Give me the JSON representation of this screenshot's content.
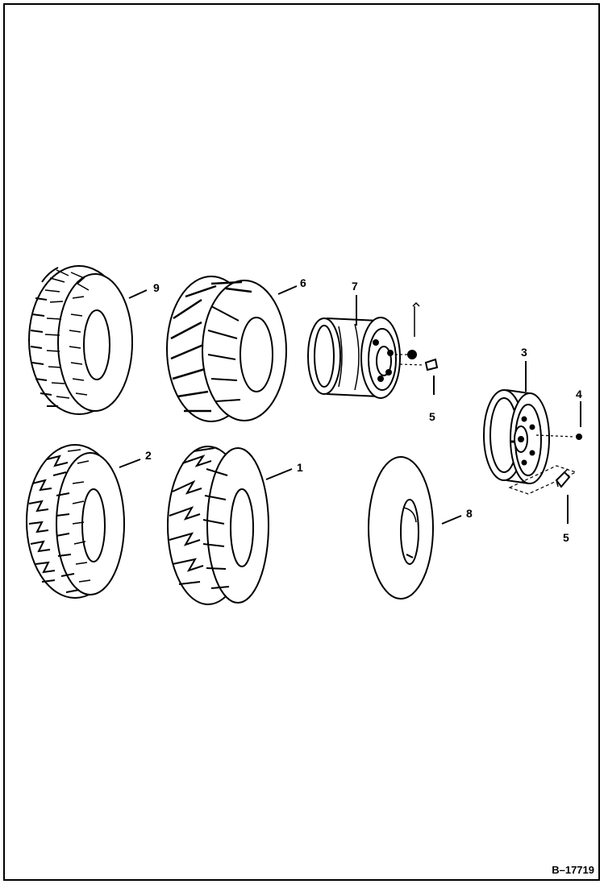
{
  "figure": {
    "id": "B–17719",
    "callouts": {
      "c1": "1",
      "c2": "2",
      "c3": "3",
      "c4": "4",
      "c5a": "5",
      "c5b": "5",
      "c6": "6",
      "c7": "7",
      "c8": "8",
      "c9": "9"
    }
  },
  "colors": {
    "line": "#000000",
    "paper": "#ffffff"
  }
}
